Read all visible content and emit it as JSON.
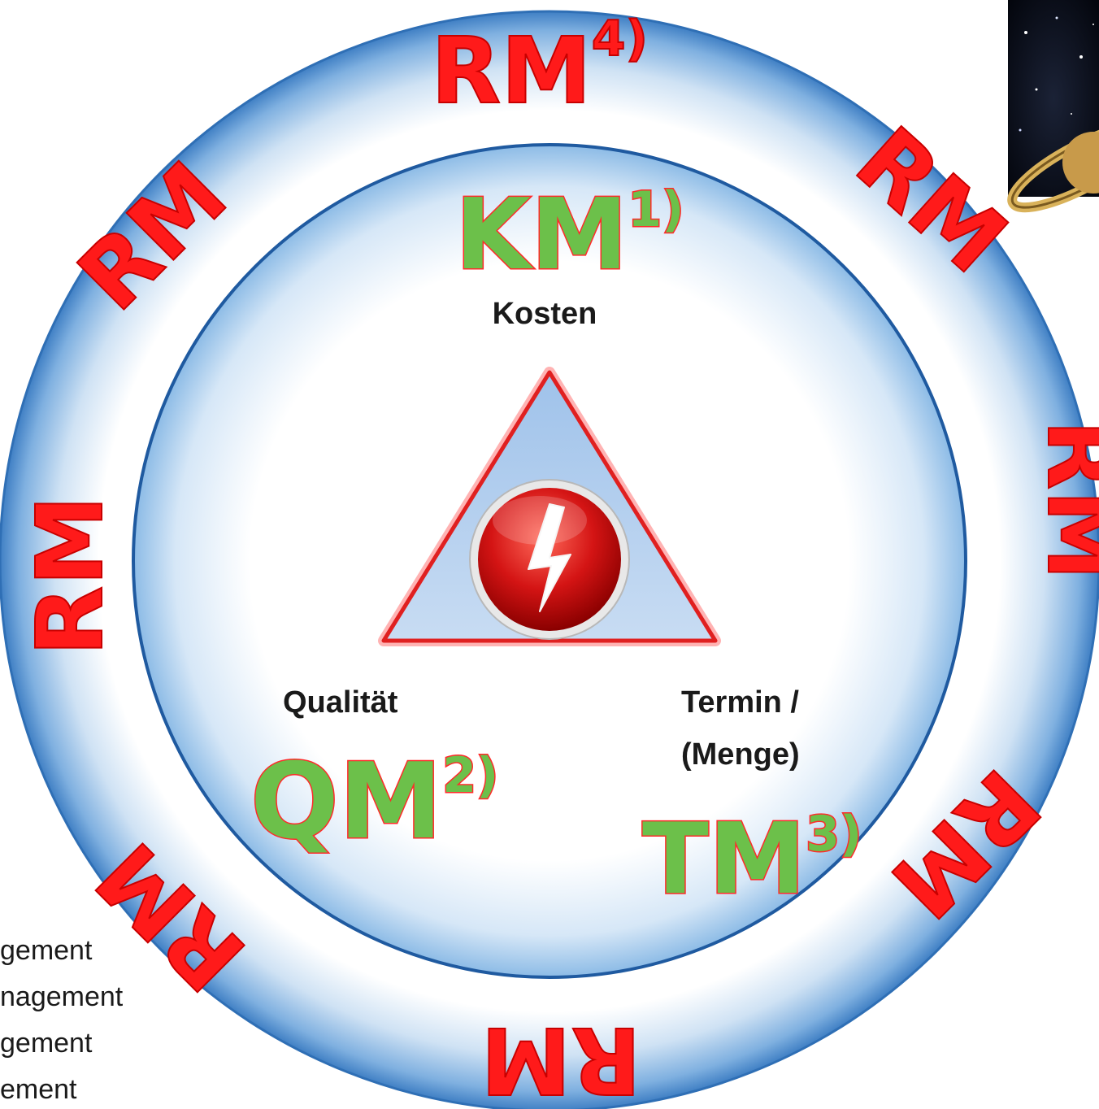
{
  "ring": {
    "labels": [
      "RM",
      "RM",
      "RM",
      "RM",
      "RM",
      "RM",
      "RM"
    ],
    "top_label": "RM",
    "top_label_sup": "4)"
  },
  "management": {
    "cost": {
      "abbr": "KM",
      "sup": "1)"
    },
    "quality": {
      "abbr": "QM",
      "sup": "2)"
    },
    "time": {
      "abbr": "TM",
      "sup": "3)"
    }
  },
  "triangle": {
    "top_label": "Kosten",
    "left_label": "Qualität",
    "right_label_line1": "Termin /",
    "right_label_line2": "(Menge)",
    "center_icon": "lightning-bolt-icon"
  },
  "legend": [
    {
      "text": "gement"
    },
    {
      "text": "nagement"
    },
    {
      "text": "gement"
    },
    {
      "text": "ement"
    }
  ],
  "colors": {
    "rm_red": "#ff1a1a",
    "mgmt_green": "#6cc04a",
    "ring_blue": "#4a86c8",
    "triangle_red": "#e02020"
  },
  "decoration": {
    "corner_image": "saturn-planet-image"
  }
}
